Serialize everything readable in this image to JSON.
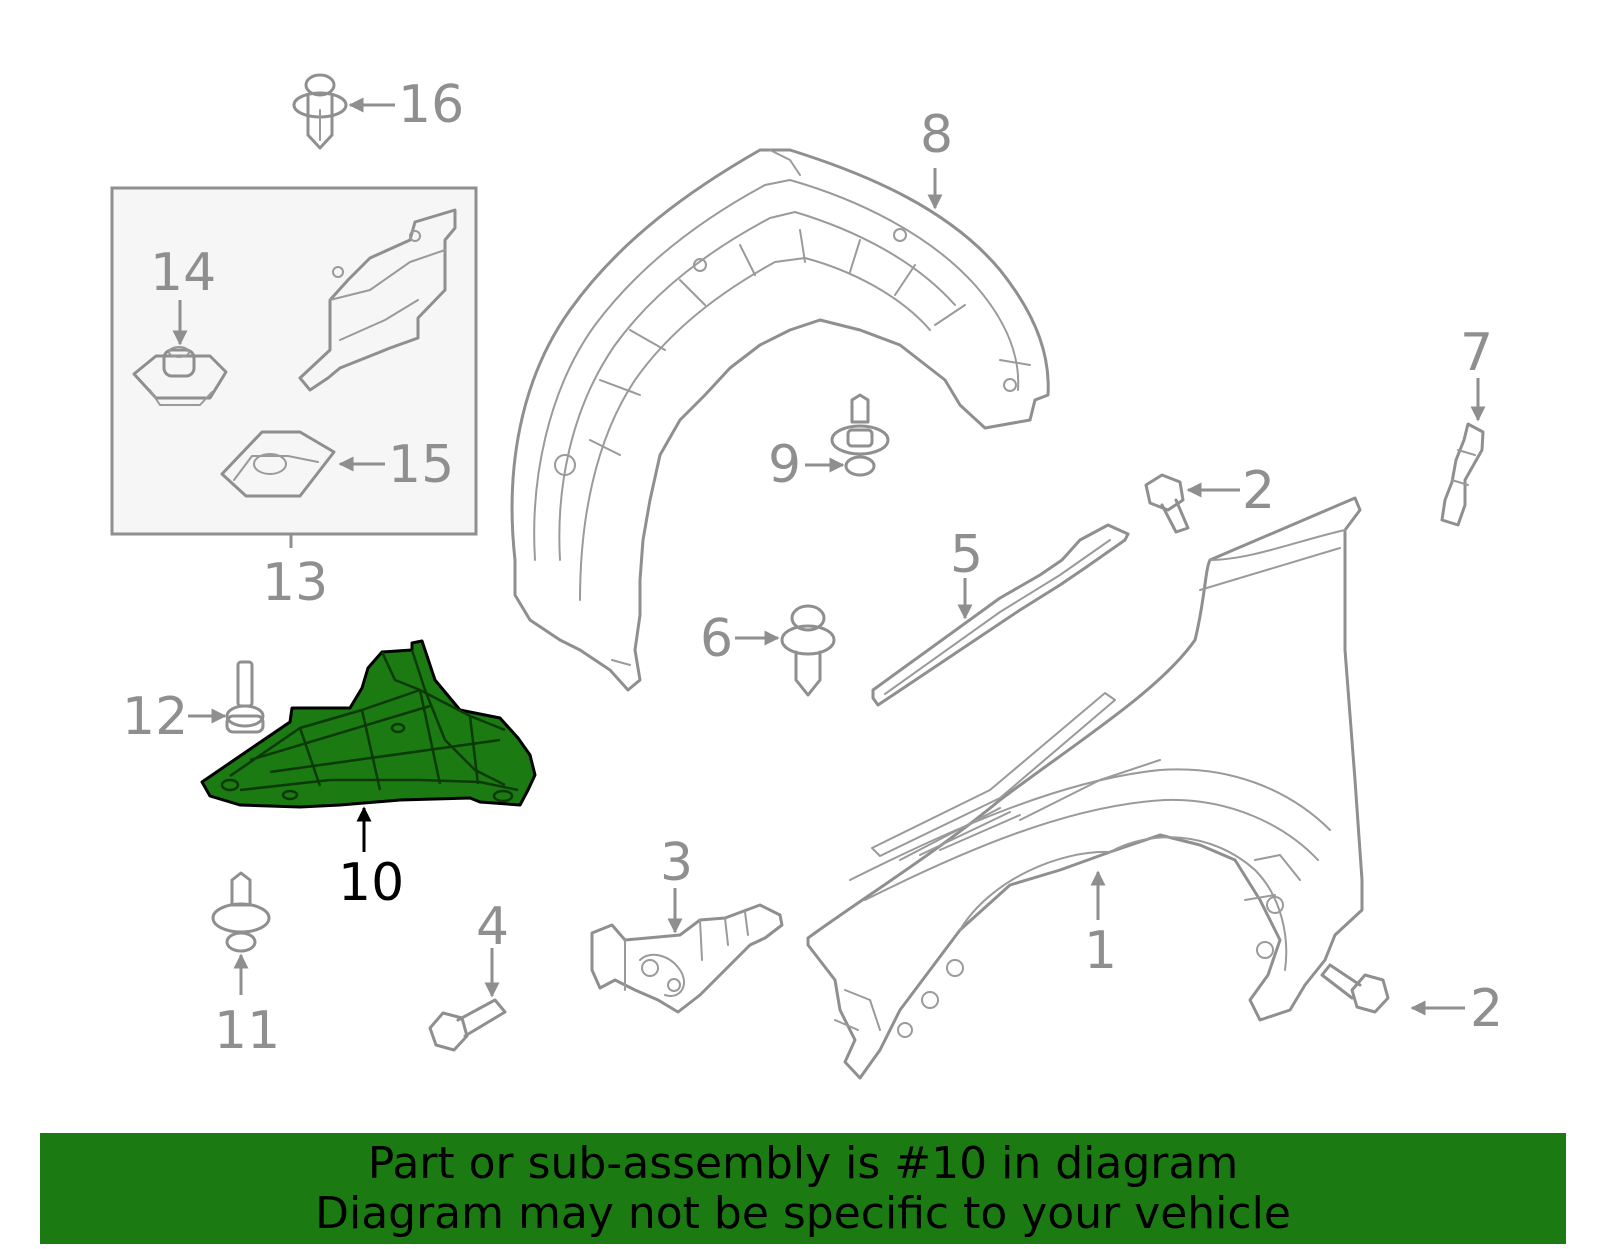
{
  "highlight_color": "#1b7a12",
  "highlighted_part": "10",
  "callouts": {
    "c1": "1",
    "c2a": "2",
    "c2b": "2",
    "c3": "3",
    "c4": "4",
    "c5": "5",
    "c6": "6",
    "c7": "7",
    "c8": "8",
    "c9": "9",
    "c10": "10",
    "c11": "11",
    "c12": "12",
    "c13": "13",
    "c14": "14",
    "c15": "15",
    "c16": "16"
  },
  "banner": {
    "line1": "Part or sub-assembly is #10 in diagram",
    "line2": "Diagram may not be specific to your vehicle"
  }
}
